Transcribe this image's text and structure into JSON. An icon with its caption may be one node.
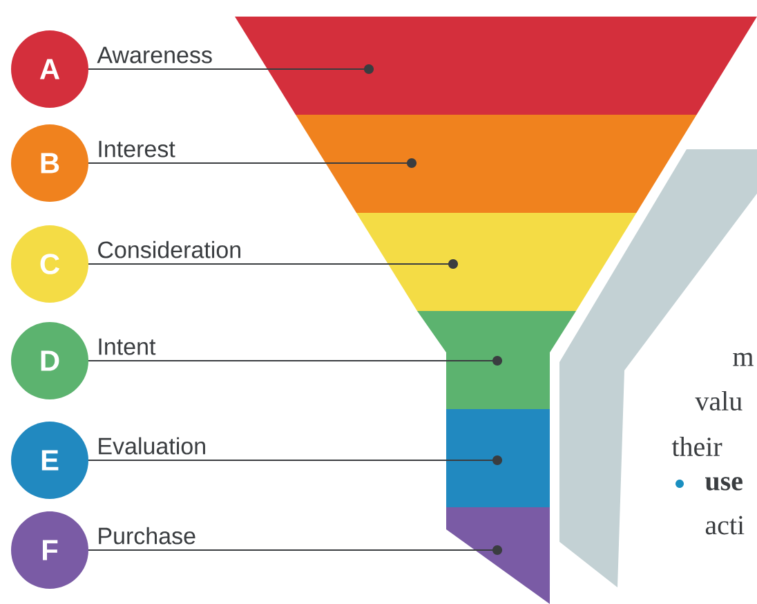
{
  "diagram": {
    "nodes": [
      {
        "text": [
          "A"
        ],
        "beside": [
          "Awareness"
        ]
      },
      {
        "text": [
          "B"
        ],
        "beside": [
          "Interest"
        ]
      },
      {
        "text": [
          "C"
        ],
        "beside": [
          "Consideration"
        ]
      },
      {
        "text": [
          "D"
        ],
        "beside": [
          "Intent"
        ]
      },
      {
        "text": [
          "E"
        ],
        "beside": [
          "Evaluation"
        ]
      },
      {
        "text": [
          "F"
        ],
        "beside": [
          "Purchase"
        ]
      },
      {
        "text": [],
        "shape": "band"
      },
      {
        "text": [],
        "shape": "band"
      },
      {
        "text": [],
        "shape": "band"
      },
      {
        "text": [],
        "shape": "band"
      },
      {
        "text": [],
        "shape": "band"
      },
      {
        "text": [],
        "shape": "band"
      }
    ],
    "edges": [
      {
        "from": 0,
        "to": 6,
        "arrow": "other"
      },
      {
        "from": 1,
        "to": 7,
        "arrow": "other"
      },
      {
        "from": 2,
        "to": 8,
        "arrow": "other"
      },
      {
        "from": 3,
        "to": 9,
        "arrow": "other"
      },
      {
        "from": 4,
        "to": 10,
        "arrow": "other"
      },
      {
        "from": 5,
        "to": 11,
        "arrow": "other"
      }
    ],
    "labels": [
      "m",
      "valu",
      "their",
      "use",
      "acti"
    ]
  }
}
